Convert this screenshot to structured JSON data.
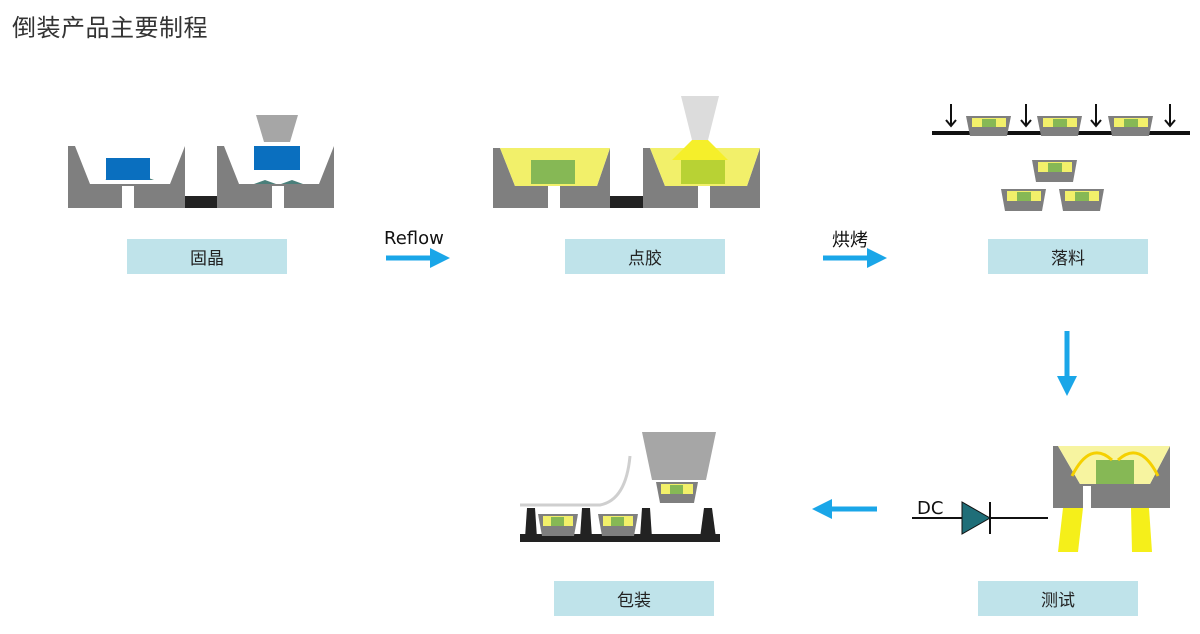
{
  "title": "倒装产品主要制程",
  "steps": {
    "die_bond": "固晶",
    "dispense": "点胶",
    "drop": "落料",
    "package": "包装",
    "test": "测试"
  },
  "arrows": {
    "reflow": "Reflow",
    "bake": "烘烤"
  },
  "test_source": "DC",
  "colors": {
    "label_bg": "#bfe3ea",
    "arrow": "#1aa6e8",
    "chip": "#0a6fbf",
    "glue": "#f2f06a",
    "die": "#86b855",
    "frame": "#7f7f7f"
  }
}
